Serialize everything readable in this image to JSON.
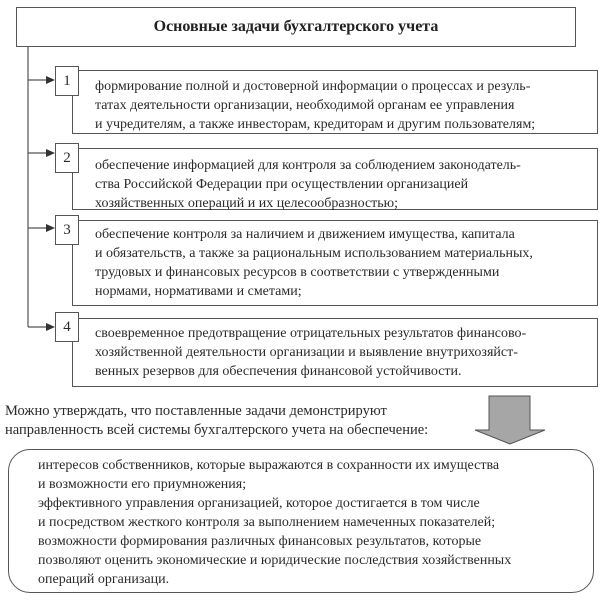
{
  "title": "Основные задачи бухгалтерского учета",
  "tasks": [
    {
      "number": "1",
      "lines": [
        "формирование полной и достоверной информации о процессах и резуль-",
        "татах деятельности организации, необходимой органам ее управления",
        "и учредителям, а также инвесторам, кредиторам и другим пользователям;"
      ]
    },
    {
      "number": "2",
      "lines": [
        "обеспечение информацией для контроля за соблюдением законодатель-",
        "ства Российской  Федерации  при осуществлении организацией",
        "хозяйственных операций и их целесообразностью;"
      ]
    },
    {
      "number": "3",
      "lines": [
        "обеспечение контроля за наличием и движением имущества, капитала",
        "и обязательств, а также за рациональным использованием материальных,",
        "трудовых и финансовых ресурсов в соответствии с утвержденными",
        "нормами, нормативами и сметами;"
      ]
    },
    {
      "number": "4",
      "lines": [
        "своевременное предотвращение отрицательных результатов финансово-",
        "хозяйственной деятельности организации и выявление внутрихозяйст-",
        "венных резервов для обеспечения финансовой устойчивости."
      ]
    }
  ],
  "intro": [
    "Можно утверждать, что поставленные задачи демонстрируют",
    "направленность всей системы бухгалтерского учета на обеспечение:"
  ],
  "outcomes": [
    "интересов собственников, которые выражаются в сохранности их имущества",
    "и возможности его приумножения;",
    "эффективного управления организацией, которое достигается  в том числе",
    "и посредством жесткого контроля за выполнением намеченных показателей;",
    "возможности формирования различных финансовых результатов, которые",
    "позволяют оценить экономические и юридические последствия хозяйственных",
    "операций организаци."
  ],
  "colors": {
    "line": "#555555",
    "arrow_fill": "#a6a6a6"
  }
}
